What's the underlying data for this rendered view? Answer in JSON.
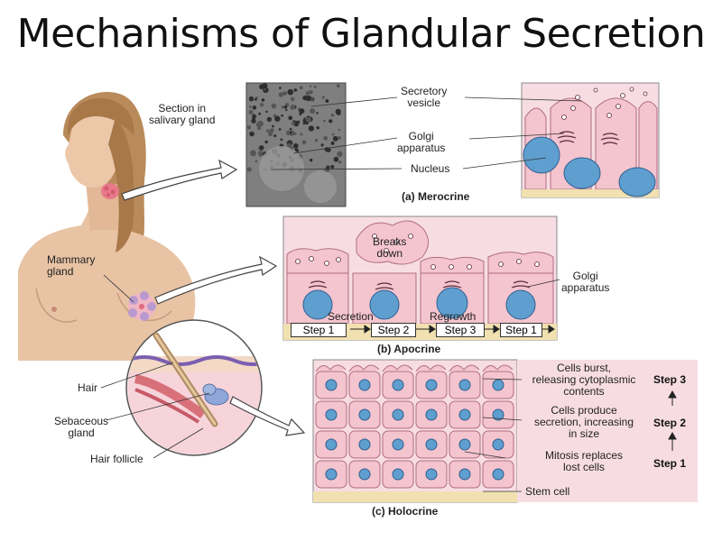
{
  "title": "Mechanisms of Glandular Secretion",
  "colors": {
    "cell_pink": "#f4c4cf",
    "nucleus_blue": "#5f9fcf",
    "panel_bg": "#f7dde3",
    "micrograph": "#8a8a8a"
  },
  "figure": {
    "labels": {
      "section": "Section in\nsalivary gland",
      "secretory_vesicle": "Secretory\nvesicle",
      "golgi_a": "Golgi\napparatus",
      "nucleus": "Nucleus",
      "mammary": "Mammary\ngland",
      "golgi_b": "Golgi\napparatus",
      "breaks_down": "Breaks\ndown",
      "secretion": "Secretion",
      "regrowth": "Regrowth",
      "hair": "Hair",
      "sebaceous": "Sebaceous\ngland",
      "hair_follicle": "Hair follicle",
      "stem_cell": "Stem cell"
    },
    "captions": {
      "merocrine": "(a) Merocrine",
      "apocrine": "(b) Apocrine",
      "holocrine": "(c) Holocrine"
    },
    "apocrine_steps": [
      "Step 1",
      "Step 2",
      "Step 3",
      "Step 1"
    ],
    "holocrine_steps": [
      {
        "text": "Cells burst,\nreleasing cytoplasmic\ncontents",
        "step": "Step 3"
      },
      {
        "text": "Cells produce\nsecretion, increasing\nin size",
        "step": "Step 2"
      },
      {
        "text": "Mitosis replaces\nlost cells",
        "step": "Step 1"
      }
    ]
  }
}
